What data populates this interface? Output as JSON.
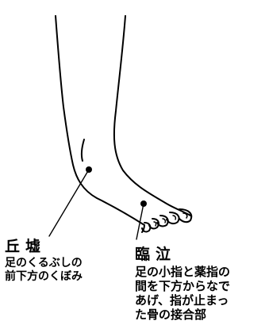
{
  "points": [
    {
      "name": "丘墟",
      "description_lines": [
        "足のくるぶしの",
        "前下方のくぼみ"
      ]
    },
    {
      "name": "臨泣",
      "description_lines": [
        "足の小指と薬指の",
        "間を下方からなで",
        "あげ、指が止まっ",
        "た骨の接合部"
      ]
    }
  ]
}
